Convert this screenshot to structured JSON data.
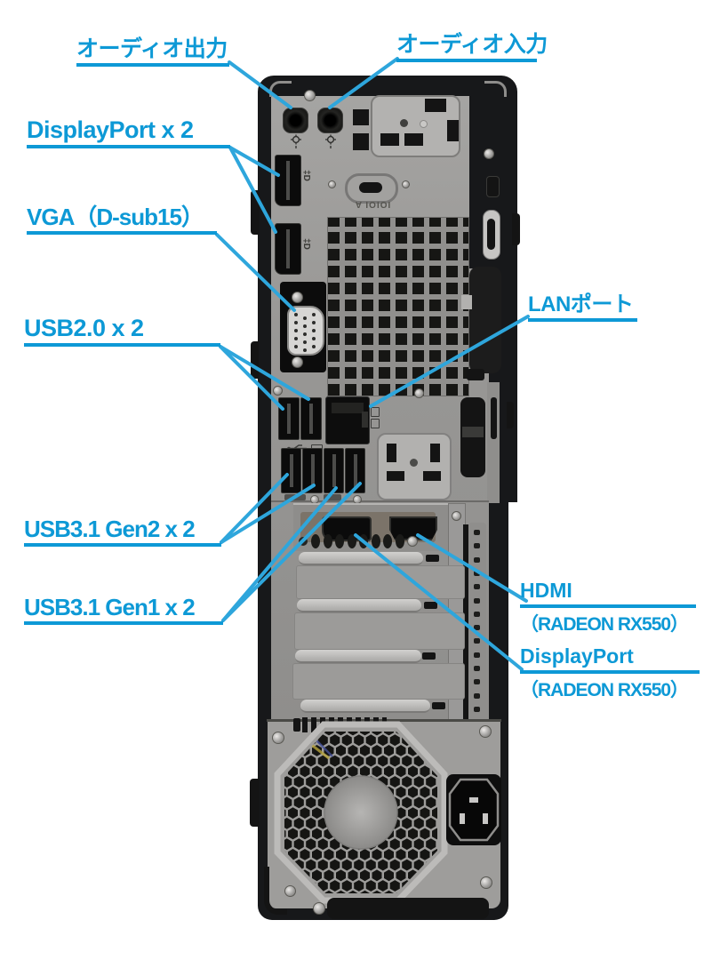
{
  "colors": {
    "background": "#ffffff",
    "label_text_blue": "#0d99d6",
    "leader_line_blue": "#2ea6dc",
    "case_black": "#17181a",
    "panel_gray": "#989795"
  },
  "labels": {
    "audio_out": "オーディオ出力",
    "audio_in": "オーディオ入力",
    "displayport_x2": "DisplayPort x 2",
    "vga": "VGA（D-sub15）",
    "usb20_x2": "USB2.0 x 2",
    "lan": "LANポート",
    "usb31_gen2_x2": "USB3.1 Gen2 x 2",
    "usb31_gen1_x2": "USB3.1 Gen1 x 2",
    "hdmi": {
      "line1": "HDMI",
      "line2": "（RADEON RX550）"
    },
    "dp_gpu": {
      "line1": "DisplayPort",
      "line2": "（RADEON RX550）"
    }
  },
  "markings": {
    "serial_knockout": "IOIOI A",
    "displayport_logo": "‡D"
  }
}
